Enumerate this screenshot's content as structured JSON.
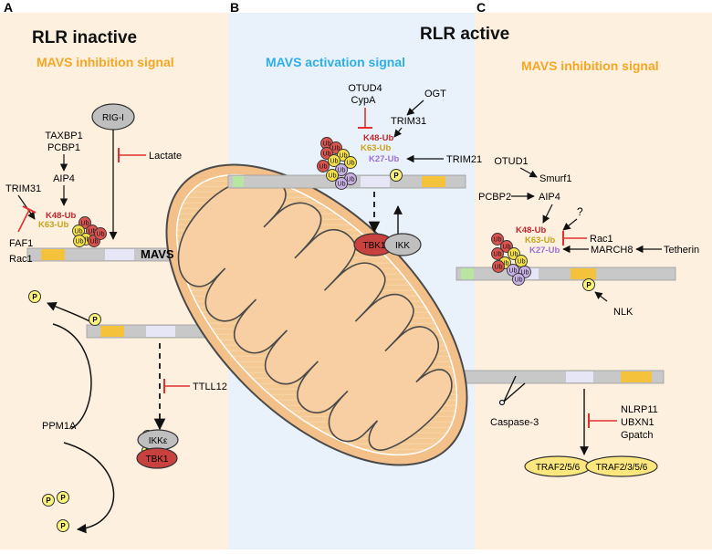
{
  "panels": {
    "a": {
      "letter": "A",
      "title": "RLR inactive",
      "subtitle": "MAVS inhibition signal"
    },
    "b": {
      "letter": "B",
      "title": "RLR active",
      "subtitle": "MAVS activation signal"
    },
    "c": {
      "letter": "C",
      "subtitle": "MAVS inhibition signal"
    }
  },
  "labels": {
    "rig_i": "RIG-I",
    "lactate": "Lactate",
    "taxbp1": "TAXBP1",
    "pcbp1": "PCBP1",
    "aip4": "AIP4",
    "trim31": "TRIM31",
    "faf1": "FAF1",
    "rac1": "Rac1",
    "k48": "K48-Ub",
    "k63": "K63-Ub",
    "k27": "K27-Ub",
    "mavs": "MAVS",
    "ppm1a": "PPM1A",
    "ttll12": "TTLL12",
    "ikke": "IKKε",
    "tbk1": "TBK1",
    "otud4": "OTUD4",
    "cypa": "CypA",
    "ogt": "OGT",
    "trim21": "TRIM21",
    "ikk": "IKK",
    "otud1": "OTUD1",
    "smurf1": "Smurf1",
    "pcbp2": "PCBP2",
    "question": "?",
    "march8": "MARCH8",
    "tetherin": "Tetherin",
    "nlk": "NLK",
    "caspase3": "Caspase-3",
    "nlrp11": "NLRP11",
    "ubxn1": "UBXN1",
    "gpatch": "Gpatch",
    "traf_a": "TRAF2/5/6",
    "traf_b": "TRAF2/3/5/6",
    "ub": "Ub",
    "p": "P"
  },
  "colors": {
    "inhibition_bg": "#fdf0df",
    "activation_bg": "#e9f2fb",
    "orange_title": "#f5a623",
    "blue_title": "#2eaee8",
    "k48": "#c0272d",
    "k63": "#c9a21a",
    "k27": "#9b6fd8",
    "inhibit": "#e03030"
  }
}
